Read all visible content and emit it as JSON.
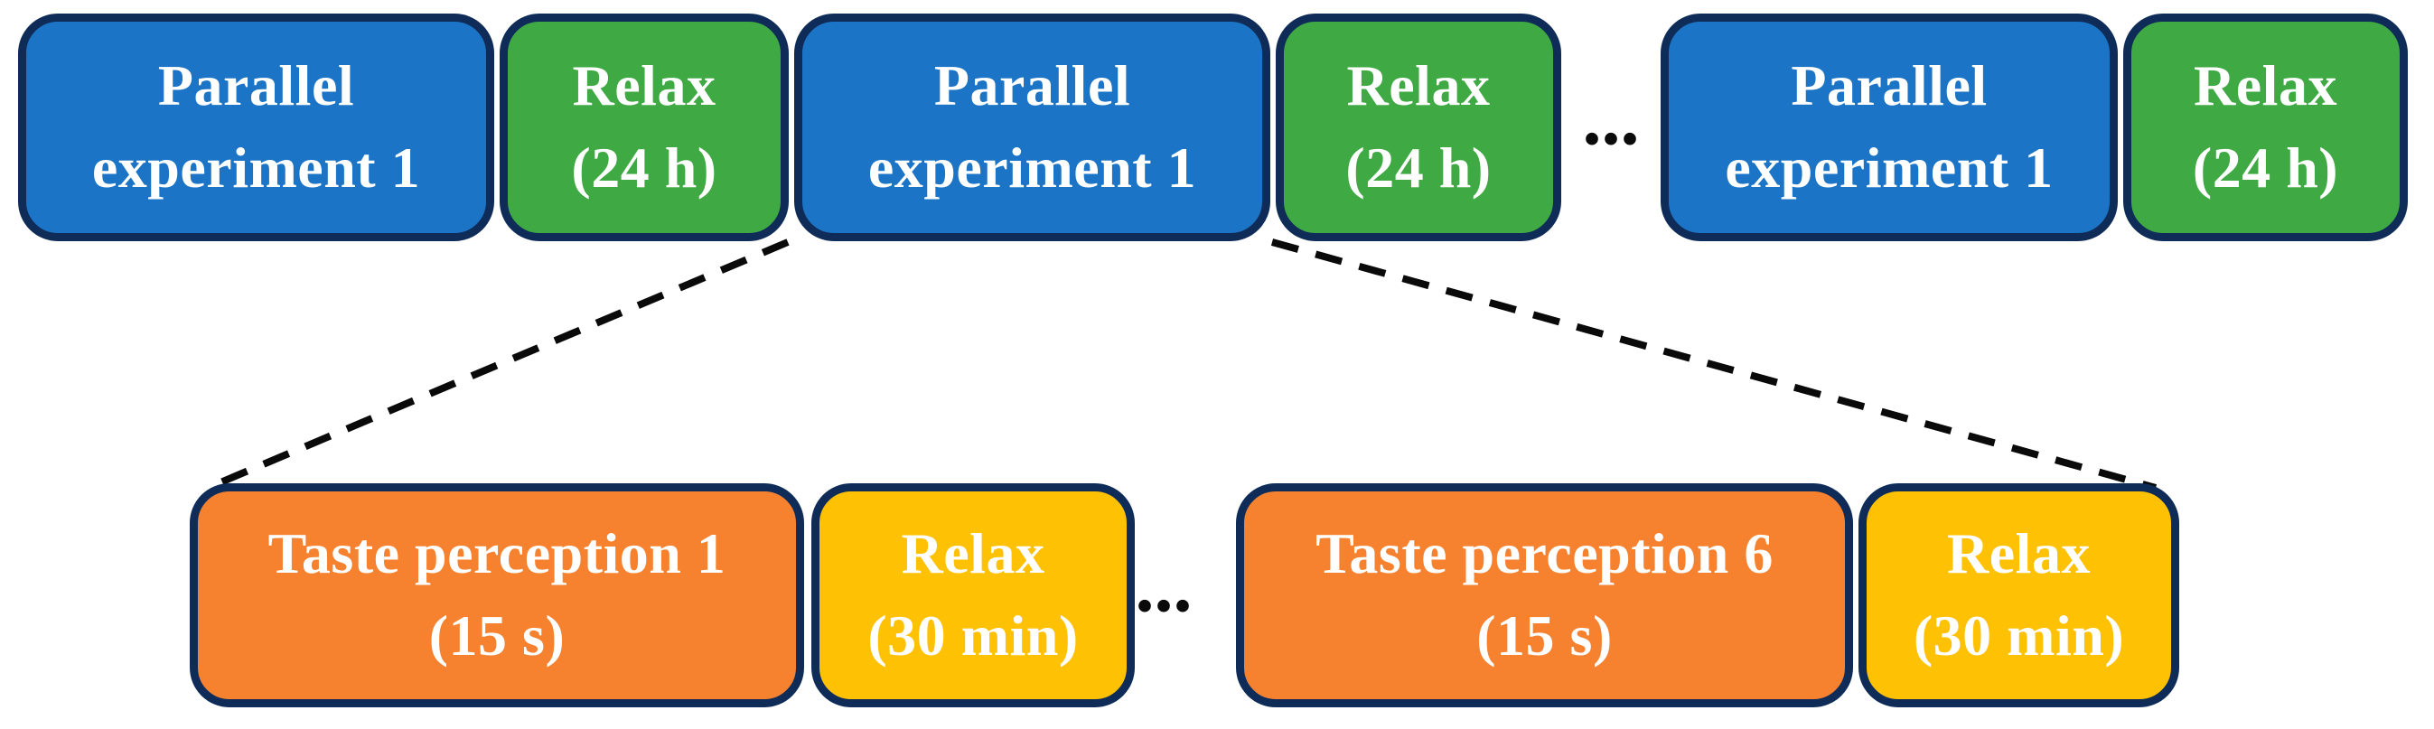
{
  "diagram": {
    "title_semantics": "Experimental protocol timeline with zoom-in detail",
    "colors": {
      "blue": "#1B74C5",
      "green": "#3FA944",
      "orange": "#F68230",
      "yellow": "#FFC103",
      "border": "#0F2C59",
      "text": "#FFFFFF",
      "connector": "#0A0A0A"
    },
    "top_row": [
      {
        "kind": "experiment",
        "text": "Parallel\nexperiment 1"
      },
      {
        "kind": "relax",
        "text": "Relax\n(24 h)"
      },
      {
        "kind": "experiment",
        "text": "Parallel\nexperiment 1"
      },
      {
        "kind": "relax",
        "text": "Relax\n(24 h)"
      },
      {
        "kind": "ellipsis",
        "text": "..."
      },
      {
        "kind": "experiment",
        "text": "Parallel\nexperiment 1"
      },
      {
        "kind": "relax",
        "text": "Relax\n(24 h)"
      }
    ],
    "bottom_row": [
      {
        "kind": "taste",
        "text": "Taste perception 1\n(15 s)"
      },
      {
        "kind": "relax",
        "text": "Relax\n(30 min)"
      },
      {
        "kind": "ellipsis",
        "text": "..."
      },
      {
        "kind": "taste",
        "text": "Taste perception 6\n(15 s)"
      },
      {
        "kind": "relax",
        "text": "Relax\n(30 min)"
      }
    ]
  }
}
